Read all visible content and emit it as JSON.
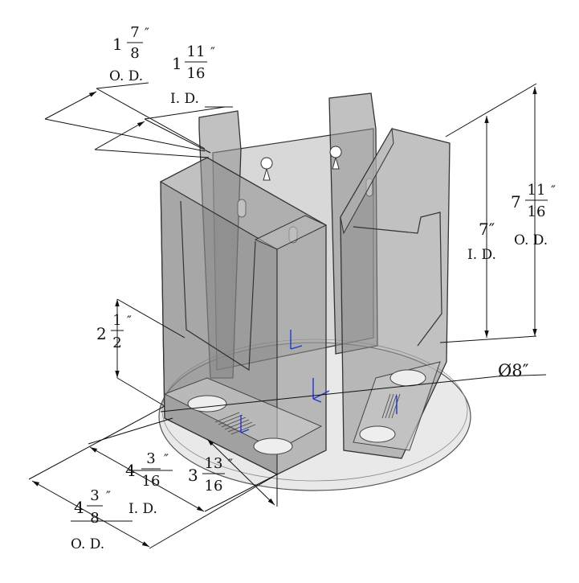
{
  "drawing": {
    "title": "",
    "dims": {
      "top_od": {
        "whole": "1",
        "num": "7",
        "den": "8",
        "unit": "″",
        "label": "O. D."
      },
      "top_id": {
        "whole": "1",
        "num": "11",
        "den": "16",
        "unit": "″",
        "label": "I. D."
      },
      "height_id": {
        "value": "7″",
        "label": "I. D."
      },
      "height_od": {
        "whole": "7",
        "num": "11",
        "den": "16",
        "unit": "″",
        "label": "O. D."
      },
      "pocket": {
        "whole": "2",
        "num": "1",
        "den": "2",
        "unit": "″"
      },
      "diameter": {
        "value": "Ø8″"
      },
      "width_id": {
        "whole": "4",
        "num": "3",
        "den": "16",
        "unit": "″",
        "label": "I. D."
      },
      "depth": {
        "whole": "3",
        "num": "13",
        "den": "16",
        "unit": "″"
      },
      "width_od": {
        "whole": "4",
        "num": "3",
        "den": "8",
        "unit": "″",
        "label": "O. D."
      }
    },
    "colors": {
      "ink": "#111111",
      "acrylic": "#8e8e8e",
      "base": "#d7d7d7",
      "axis": "#1f35d6"
    }
  }
}
